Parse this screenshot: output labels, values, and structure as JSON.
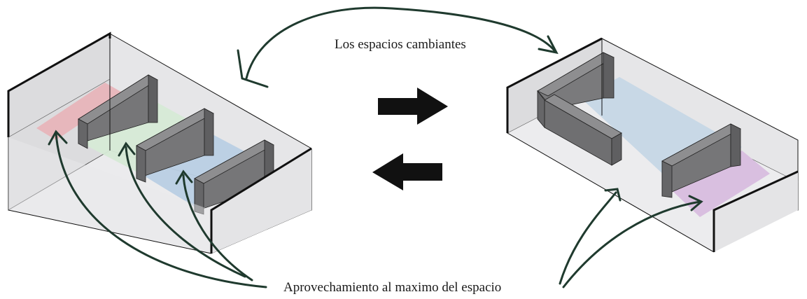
{
  "labels": {
    "top": "Los espacios cambiantes",
    "bottom": "Aprovechamiento al maximo del espacio"
  },
  "colors": {
    "wall_fill": "#e3e3e5",
    "wall_fill_dark": "#d2d2d4",
    "floor_fill": "#ececee",
    "partition_front": "#767678",
    "partition_top": "#8e8e90",
    "partition_side": "#5f5f61",
    "outline": "#111111",
    "arrow_curve": "#1f3a2e",
    "block_arrow": "#111111",
    "zone_red": "#e8b3b8",
    "zone_green": "#d6ead6",
    "zone_blue": "#b9cfe4",
    "zone_lightblue": "#c8d8e6",
    "zone_purple": "#d9bfe0"
  },
  "diagram": {
    "left_room": {
      "name": "room-before",
      "zones": [
        "zone_red",
        "zone_green",
        "zone_blue"
      ],
      "partitions": 3
    },
    "right_room": {
      "name": "room-after",
      "zones": [
        "zone_lightblue",
        "zone_purple"
      ],
      "partitions": 2
    },
    "transition_arrows": [
      "right",
      "left"
    ]
  }
}
